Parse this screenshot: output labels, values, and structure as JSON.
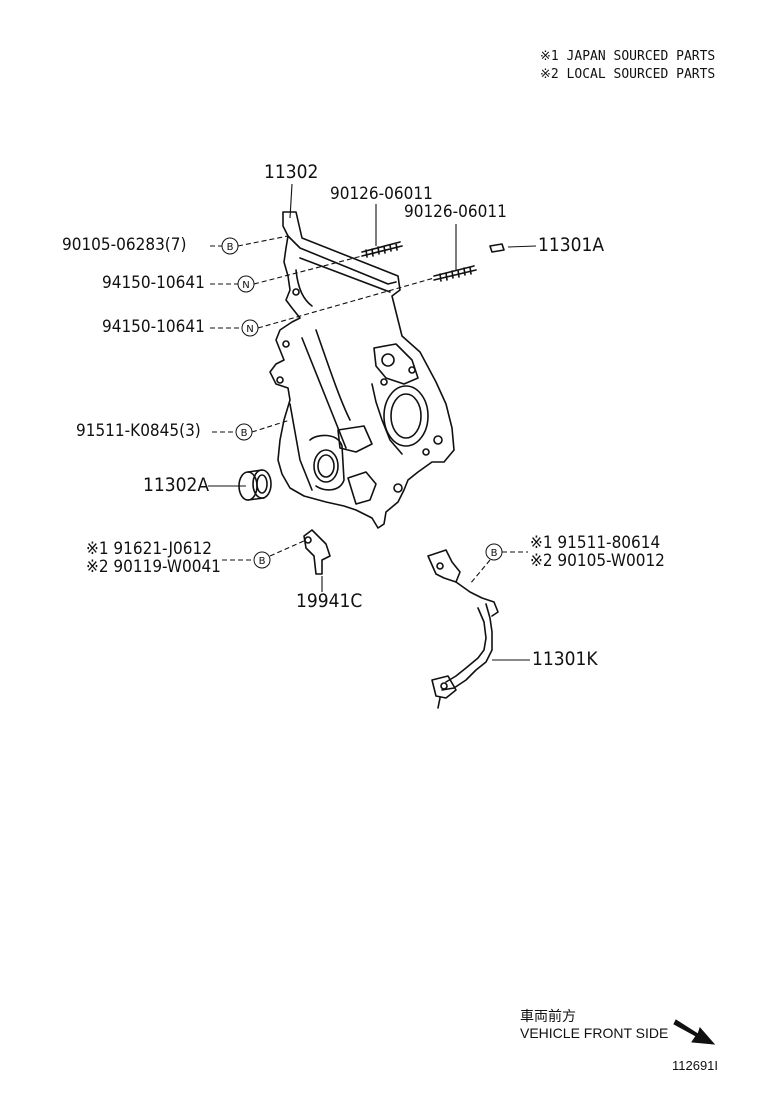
{
  "legend": {
    "line1": "※1 JAPAN SOURCED PARTS",
    "line2": "※2 LOCAL SOURCED PARTS"
  },
  "parts": {
    "p11302": "11302",
    "p90126a": "90126-06011",
    "p90126b": "90126-06011",
    "p90105_06283": "90105-06283(7)",
    "p11301A": "11301A",
    "p94150a": "94150-10641",
    "p94150b": "94150-10641",
    "p91511_K0845": "91511-K0845(3)",
    "p11302A": "11302A",
    "p91621": "※1 91621-J0612",
    "p90119": "※2 90119-W0041",
    "p19941C": "19941C",
    "p91511_80614": "※1 91511-80614",
    "p90105_W0012": "※2 90105-W0012",
    "p11301K": "11301K"
  },
  "markers": {
    "bolt": "B",
    "nut": "N"
  },
  "footer": {
    "front_jp": "車両前方",
    "front_en": "VEHICLE FRONT SIDE",
    "figure_no": "112691I"
  }
}
